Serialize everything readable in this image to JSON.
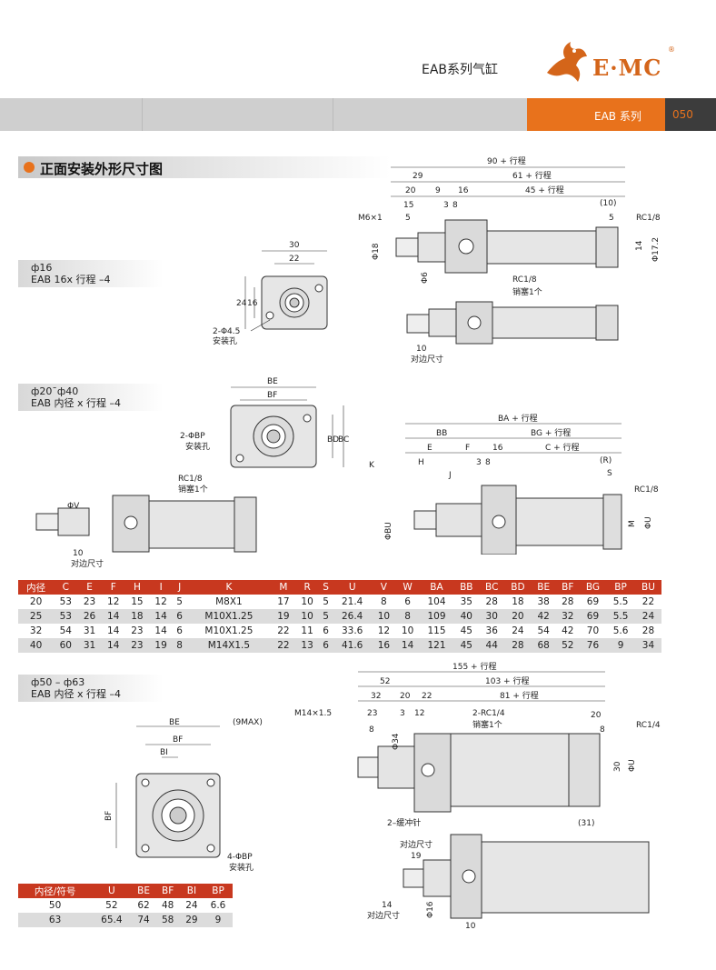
{
  "header": {
    "title": "EAB系列气缸",
    "brand": "E·MC",
    "reg": "®"
  },
  "band": {
    "series": "EAB 系列",
    "page": "050"
  },
  "section_title": "正面安装外形尺寸图",
  "groups": [
    {
      "line1": "ф16",
      "line2": "EAB 16x 行程 –4"
    },
    {
      "line1": "ф20ˉф40",
      "line2": "EAB 内径 x 行程 –4"
    },
    {
      "line1": "ф50 – ф63",
      "line2": "EAB 内径 x 行程 –4"
    }
  ],
  "d1": {
    "stroke90": "90 + 行程",
    "v29": "29",
    "stroke61": "61 + 行程",
    "v20": "20",
    "v9": "9",
    "v16": "16",
    "stroke45": "45 + 行程",
    "v15": "15",
    "v3": "3",
    "v8": "8",
    "v10p": "(10)",
    "m6": "M6×1",
    "v5": "5",
    "v5b": "5",
    "rc18": "RC1/8",
    "phi18": "Φ18",
    "v14": "14",
    "phi172": "Φ17.2",
    "phi6": "Φ6",
    "rc18b": "RC1/8",
    "pin": "销塞1个",
    "v10": "10",
    "across": "对边尺寸",
    "f30": "30",
    "f22": "22",
    "f24": "24",
    "f16": "16",
    "hole": "2-Φ4.5",
    "hole2": "安装孔"
  },
  "d2": {
    "be": "BE",
    "bf": "BF",
    "bd": "BD",
    "bc": "BC",
    "hole": "2-ΦBP",
    "hole2": "安装孔",
    "ba": "BA + 行程",
    "bb": "BB",
    "bg": "BG + 行程",
    "e": "E",
    "f": "F",
    "v16": "16",
    "c": "C + 行程",
    "h": "H",
    "j": "J",
    "v3": "3",
    "v8": "8",
    "r": "(R)",
    "s": "S",
    "k": "K",
    "rc18": "RC1/8",
    "phibu": "ΦBU",
    "m": "M",
    "phiu": "ΦU",
    "rc18b": "RC1/8",
    "pin": "销塞1个",
    "phiv": "ΦV",
    "v10": "10",
    "across": "对边尺寸"
  },
  "table1": {
    "headers": [
      "内径",
      "C",
      "E",
      "F",
      "H",
      "I",
      "J",
      "K",
      "M",
      "R",
      "S",
      "U",
      "V",
      "W",
      "BA",
      "BB",
      "BC",
      "BD",
      "BE",
      "BF",
      "BG",
      "BP",
      "BU"
    ],
    "rows": [
      [
        "20",
        "53",
        "23",
        "12",
        "15",
        "12",
        "5",
        "M8X1",
        "17",
        "10",
        "5",
        "21.4",
        "8",
        "6",
        "104",
        "35",
        "28",
        "18",
        "38",
        "28",
        "69",
        "5.5",
        "22"
      ],
      [
        "25",
        "53",
        "26",
        "14",
        "18",
        "14",
        "6",
        "M10X1.25",
        "19",
        "10",
        "5",
        "26.4",
        "10",
        "8",
        "109",
        "40",
        "30",
        "20",
        "42",
        "32",
        "69",
        "5.5",
        "24"
      ],
      [
        "32",
        "54",
        "31",
        "14",
        "23",
        "14",
        "6",
        "M10X1.25",
        "22",
        "11",
        "6",
        "33.6",
        "12",
        "10",
        "115",
        "45",
        "36",
        "24",
        "54",
        "42",
        "70",
        "5.6",
        "28"
      ],
      [
        "40",
        "60",
        "31",
        "14",
        "23",
        "19",
        "8",
        "M14X1.5",
        "22",
        "13",
        "6",
        "41.6",
        "16",
        "14",
        "121",
        "45",
        "44",
        "28",
        "68",
        "52",
        "76",
        "9",
        "34"
      ]
    ]
  },
  "d3": {
    "s155": "155 + 行程",
    "v52": "52",
    "s103": "103 + 行程",
    "v32": "32",
    "v20": "20",
    "v22": "22",
    "s81": "81 + 行程",
    "v23": "23",
    "v3": "3",
    "v12": "12",
    "m14": "M14×1.5",
    "rc14": "2-RC1/4",
    "pin": "销塞1个",
    "v8": "8",
    "phi34": "Φ34",
    "v20b": "20",
    "v8b": "8",
    "rc14b": "RC1/4",
    "v30": "30",
    "phiu": "ΦU",
    "buffer": "2–缓冲针",
    "v31": "(31)",
    "be": "BE",
    "max9": "(9MAX)",
    "bf": "BF",
    "bi": "BI",
    "bfv": "BF",
    "hole": "4-ΦBP",
    "hole2": "安装孔",
    "across": "对边尺寸",
    "v19": "19",
    "phi16": "Φ16",
    "v14": "14",
    "across2": "对边尺寸",
    "v10": "10"
  },
  "table2": {
    "headers": [
      "内径/符号",
      "U",
      "BE",
      "BF",
      "BI",
      "BP"
    ],
    "rows": [
      [
        "50",
        "52",
        "62",
        "48",
        "24",
        "6.6"
      ],
      [
        "63",
        "65.4",
        "74",
        "58",
        "29",
        "9"
      ]
    ]
  },
  "colors": {
    "accent": "#e8721c",
    "table_head": "#c8381f",
    "band": "#cfcfcf"
  }
}
